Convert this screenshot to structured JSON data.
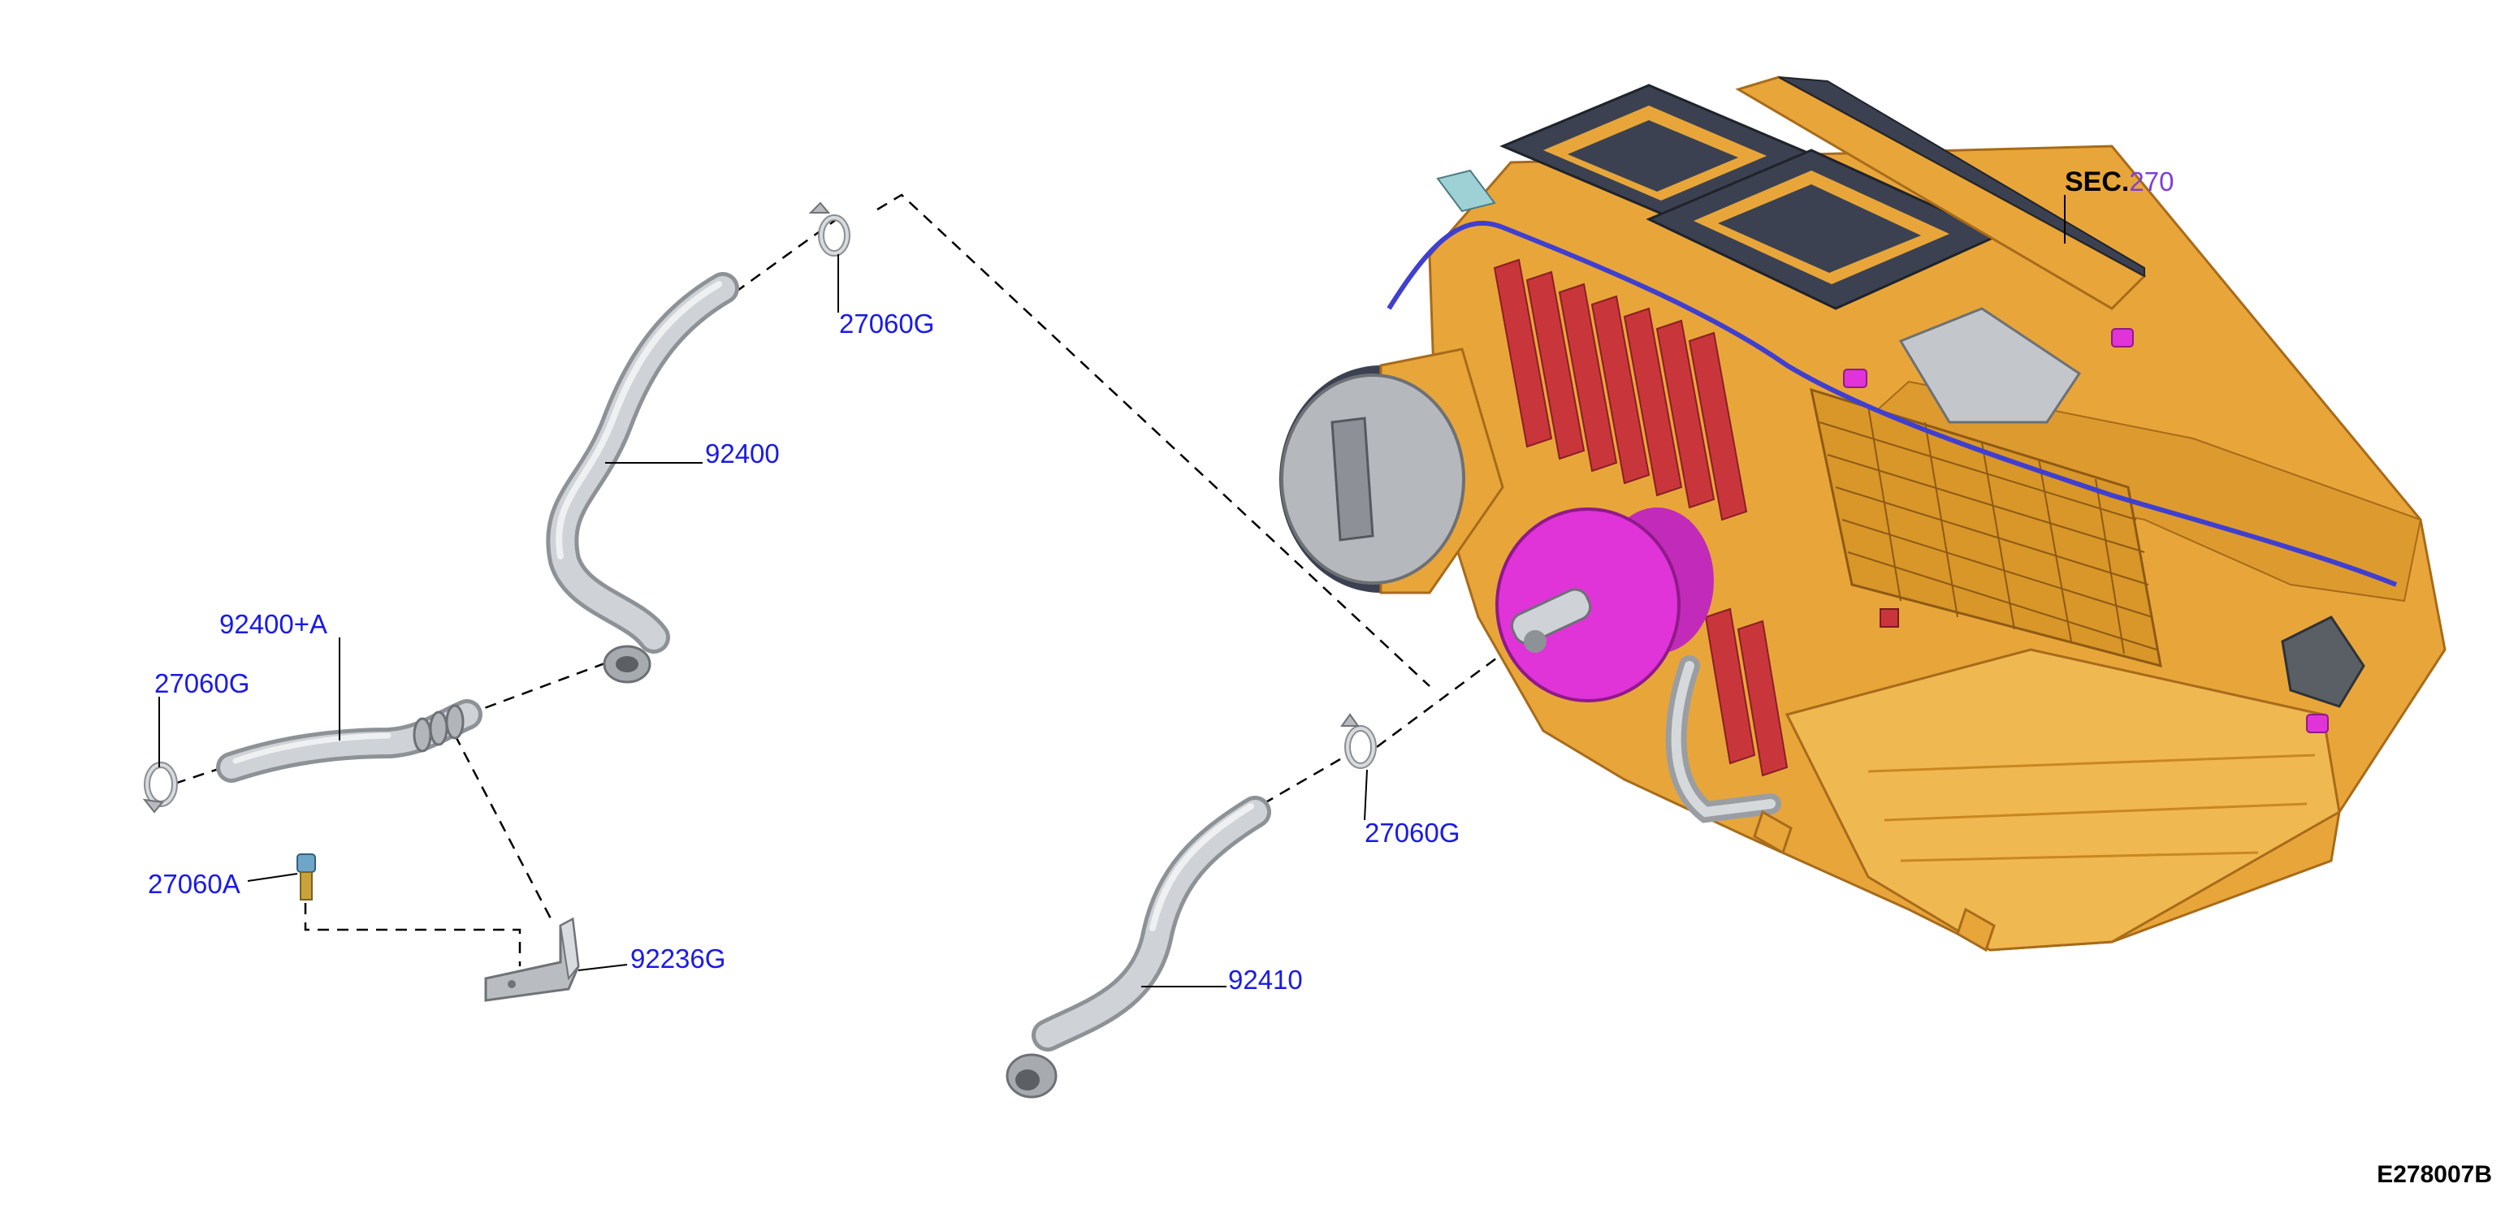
{
  "colors": {
    "callout": "#1a1ae6",
    "sec_number": "#7e3fd6",
    "housing": "#e8a63a",
    "housing_dark": "#c98722",
    "filter_frame": "#3b4150",
    "fin_red": "#c8363c",
    "motor_magenta": "#e033d8",
    "hose_silver": "#c9ccd0",
    "wire_blue": "#3f3fd0",
    "leader": "#000000"
  },
  "parts": [
    {
      "id": "hose_92400",
      "name": "heater-hose-upper",
      "label": "92400"
    },
    {
      "id": "clamp_top",
      "name": "hose-clamp-top",
      "label": "27060G"
    },
    {
      "id": "hose_92400A",
      "name": "heater-hose-short",
      "label": "92400+A"
    },
    {
      "id": "clamp_left",
      "name": "hose-clamp-left",
      "label": "27060G"
    },
    {
      "id": "sensor",
      "name": "hose-sensor",
      "label": "27060A"
    },
    {
      "id": "bracket",
      "name": "hose-bracket",
      "label": "92236G"
    },
    {
      "id": "hose_92410",
      "name": "heater-hose-lower",
      "label": "92410"
    },
    {
      "id": "clamp_mid",
      "name": "hose-clamp-mid",
      "label": "27060G"
    },
    {
      "id": "heater_unit",
      "name": "heater-unit-assembly",
      "label_prefix": "SEC.",
      "label_number": "270"
    }
  ],
  "figure_id": "E278007B"
}
